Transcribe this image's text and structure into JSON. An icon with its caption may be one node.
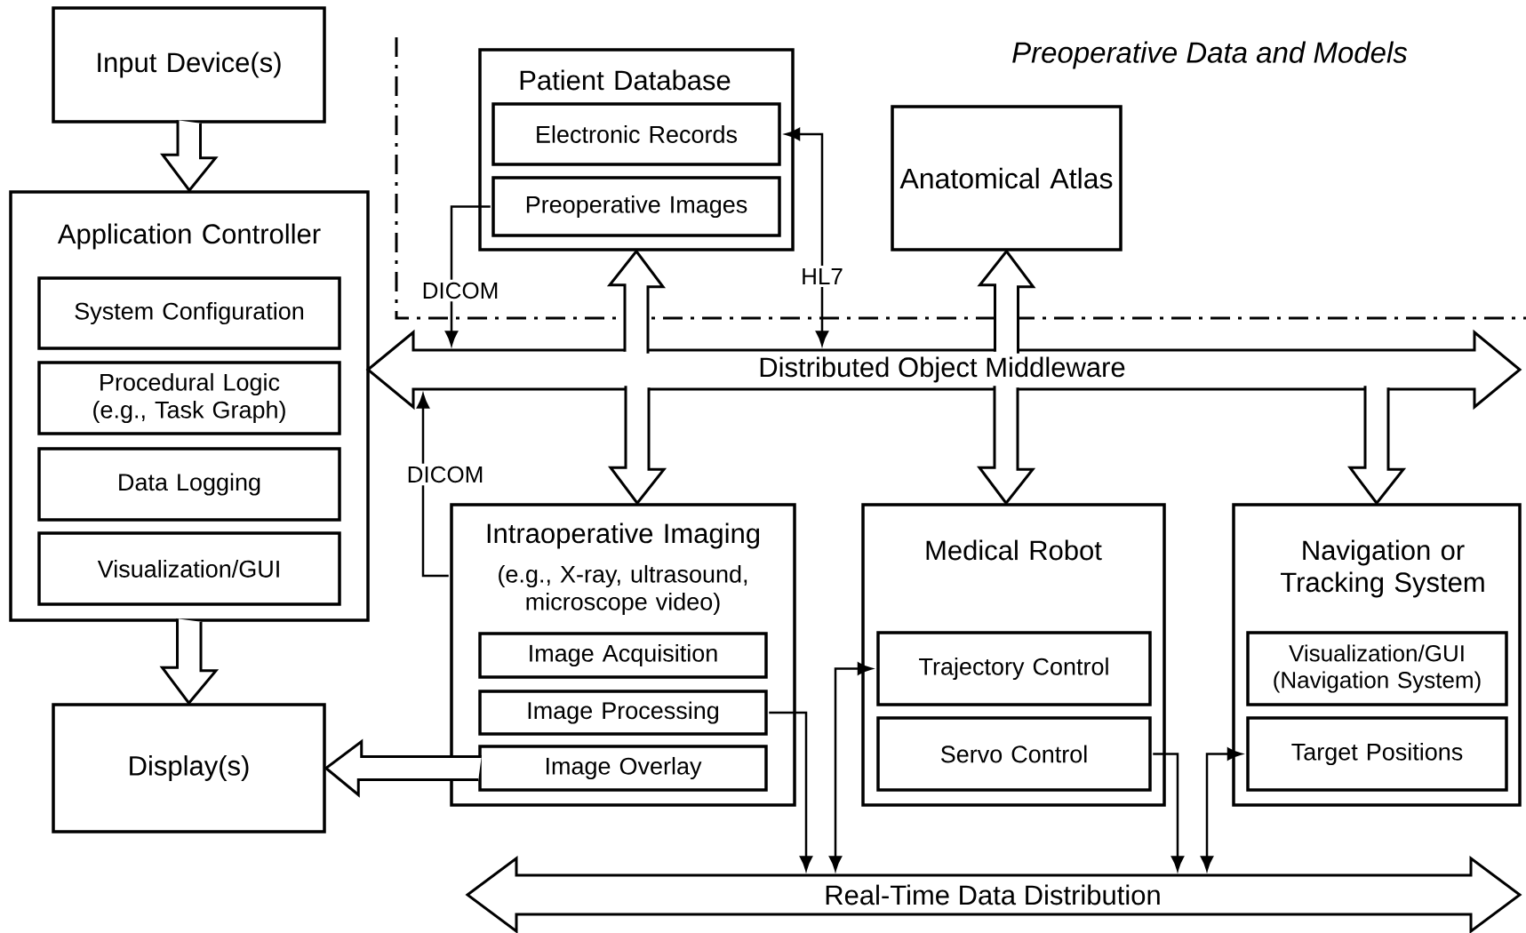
{
  "diagram": {
    "nodes": [
      {
        "text": [
          "Input Device(s)"
        ]
      },
      {
        "text": [
          "Application Controller"
        ]
      },
      {
        "text": [
          "System Configuration"
        ],
        "in": 1
      },
      {
        "text": [
          "Procedural Logic (e.g., Task Graph)"
        ],
        "in": 1
      },
      {
        "text": [
          "Data Logging"
        ],
        "in": 1
      },
      {
        "text": [
          "Visualization/GUI"
        ],
        "in": 1
      },
      {
        "text": [
          "Display(s)"
        ]
      },
      {
        "text": [
          "Patient Database"
        ]
      },
      {
        "text": [
          "Electronic Records"
        ],
        "in": 7
      },
      {
        "text": [
          "Preoperative Images"
        ],
        "in": 7
      },
      {
        "text": [
          "Anatomical Atlas"
        ]
      },
      {
        "text": [
          "Distributed Object Middleware"
        ]
      },
      {
        "text": [
          "Intraoperative Imaging",
          "(e.g., X-ray, ultrasound, microscope video)"
        ]
      },
      {
        "text": [
          "Image Acquisition"
        ],
        "in": 12
      },
      {
        "text": [
          "Image Processing"
        ],
        "in": 12
      },
      {
        "text": [
          "Image Overlay"
        ],
        "in": 12
      },
      {
        "text": [
          "Medical Robot"
        ]
      },
      {
        "text": [
          "Trajectory Control"
        ],
        "in": 16
      },
      {
        "text": [
          "Servo Control"
        ],
        "in": 16
      },
      {
        "text": [
          "Navigation or Tracking System"
        ]
      },
      {
        "text": [
          "Visualization/GUI (Navigation System)"
        ],
        "in": 19
      },
      {
        "text": [
          "Target Positions"
        ],
        "in": 19
      },
      {
        "text": [
          "Real-Time Data Distribution"
        ]
      }
    ],
    "edges": [
      {
        "from": 0,
        "to": 1,
        "arrow": "to",
        "style": "thick"
      },
      {
        "from": 1,
        "to": 6,
        "arrow": "to",
        "style": "thick"
      },
      {
        "from": 15,
        "to": 6,
        "arrow": "to",
        "style": "thick"
      },
      {
        "from": 11,
        "to": 7,
        "arrow": "to",
        "style": "thick"
      },
      {
        "from": 11,
        "to": 10,
        "arrow": "to",
        "style": "thick"
      },
      {
        "from": 11,
        "to": 12,
        "arrow": "to",
        "style": "thick"
      },
      {
        "from": 11,
        "to": 16,
        "arrow": "to",
        "style": "thick"
      },
      {
        "from": 11,
        "to": 19,
        "arrow": "to",
        "style": "thick"
      },
      {
        "from": 9,
        "to": 11,
        "arrow": "to",
        "label": "DICOM"
      },
      {
        "from": 12,
        "to": 11,
        "arrow": "to",
        "label": "DICOM"
      },
      {
        "from": 11,
        "to": 8,
        "arrow": "both",
        "label": "HL7"
      },
      {
        "from": 14,
        "to": 22,
        "arrow": "to"
      },
      {
        "from": 17,
        "to": 22,
        "arrow": "both"
      },
      {
        "from": 18,
        "to": 22,
        "arrow": "to"
      },
      {
        "from": 21,
        "to": 22,
        "arrow": "both"
      }
    ],
    "labels": [
      "Preoperative Data and Models"
    ]
  }
}
